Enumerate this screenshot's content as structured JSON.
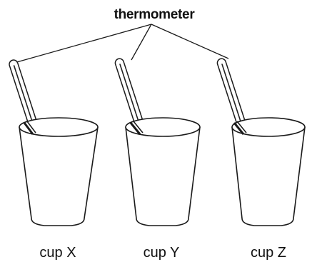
{
  "diagram": {
    "callout_label": "thermometer",
    "cups": [
      {
        "label": "cup X"
      },
      {
        "label": "cup Y"
      },
      {
        "label": "cup Z"
      }
    ]
  }
}
